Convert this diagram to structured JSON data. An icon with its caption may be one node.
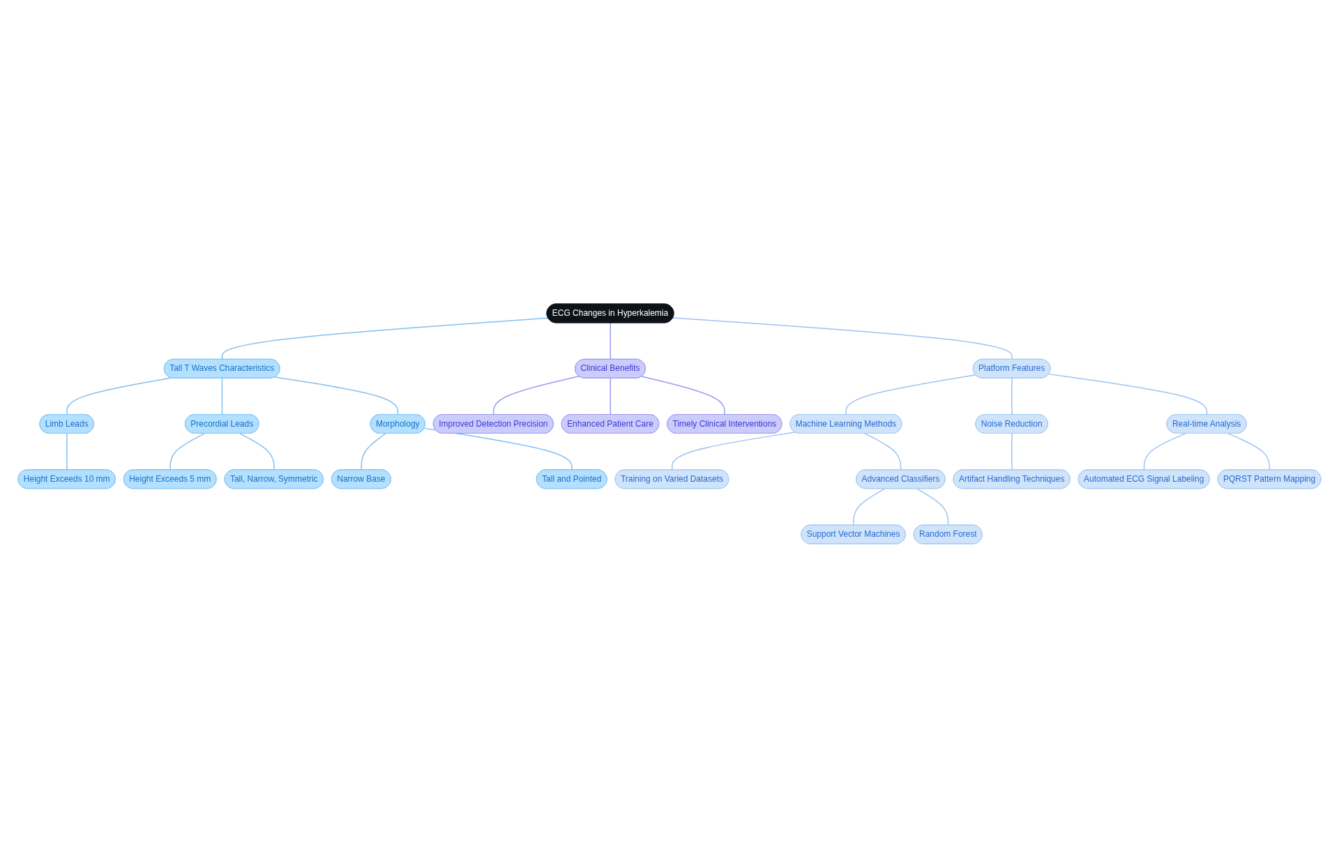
{
  "diagram": {
    "nodes": [
      {
        "text": [
          "ECG Changes in Hyperkalemia"
        ]
      },
      {
        "text": [
          "Tall T Waves Characteristics"
        ]
      },
      {
        "text": [
          "Limb Leads"
        ]
      },
      {
        "text": [
          "Height Exceeds 10 mm"
        ]
      },
      {
        "text": [
          "Precordial Leads"
        ]
      },
      {
        "text": [
          "Height Exceeds 5 mm"
        ]
      },
      {
        "text": [
          "Tall, Narrow, Symmetric"
        ]
      },
      {
        "text": [
          "Morphology"
        ]
      },
      {
        "text": [
          "Narrow Base"
        ]
      },
      {
        "text": [
          "Tall and Pointed"
        ]
      },
      {
        "text": [
          "Clinical Benefits"
        ]
      },
      {
        "text": [
          "Improved Detection Precision"
        ]
      },
      {
        "text": [
          "Enhanced Patient Care"
        ]
      },
      {
        "text": [
          "Timely Clinical Interventions"
        ]
      },
      {
        "text": [
          "Platform Features"
        ]
      },
      {
        "text": [
          "Machine Learning Methods"
        ]
      },
      {
        "text": [
          "Training on Varied Datasets"
        ]
      },
      {
        "text": [
          "Advanced Classifiers"
        ]
      },
      {
        "text": [
          "Support Vector Machines"
        ]
      },
      {
        "text": [
          "Random Forest"
        ]
      },
      {
        "text": [
          "Noise Reduction"
        ]
      },
      {
        "text": [
          "Artifact Handling Techniques"
        ]
      },
      {
        "text": [
          "Real-time Analysis"
        ]
      },
      {
        "text": [
          "Automated ECG Signal Labeling"
        ]
      },
      {
        "text": [
          "PQRST Pattern Mapping"
        ]
      }
    ],
    "edges": [
      {
        "from": 0,
        "to": 1,
        "arrow": "none",
        "color": "#80bff0"
      },
      {
        "from": 1,
        "to": 2,
        "arrow": "none",
        "color": "#80bff0"
      },
      {
        "from": 2,
        "to": 3,
        "arrow": "none",
        "color": "#80bff0"
      },
      {
        "from": 1,
        "to": 4,
        "arrow": "none",
        "color": "#80bff0"
      },
      {
        "from": 4,
        "to": 5,
        "arrow": "none",
        "color": "#80bff0"
      },
      {
        "from": 4,
        "to": 6,
        "arrow": "none",
        "color": "#80bff0"
      },
      {
        "from": 1,
        "to": 7,
        "arrow": "none",
        "color": "#80bff0"
      },
      {
        "from": 7,
        "to": 8,
        "arrow": "none",
        "color": "#80bff0"
      },
      {
        "from": 7,
        "to": 9,
        "arrow": "none",
        "color": "#80bff0"
      },
      {
        "from": 0,
        "to": 10,
        "arrow": "none",
        "color": "#9a9af2"
      },
      {
        "from": 10,
        "to": 11,
        "arrow": "none",
        "color": "#9a9af2"
      },
      {
        "from": 10,
        "to": 12,
        "arrow": "none",
        "color": "#9a9af2"
      },
      {
        "from": 10,
        "to": 13,
        "arrow": "none",
        "color": "#9a9af2"
      },
      {
        "from": 0,
        "to": 14,
        "arrow": "none"
      },
      {
        "from": 14,
        "to": 15,
        "arrow": "none"
      },
      {
        "from": 15,
        "to": 16,
        "arrow": "none"
      },
      {
        "from": 15,
        "to": 17,
        "arrow": "none"
      },
      {
        "from": 17,
        "to": 18,
        "arrow": "none"
      },
      {
        "from": 17,
        "to": 19,
        "arrow": "none"
      },
      {
        "from": 14,
        "to": 20,
        "arrow": "none"
      },
      {
        "from": 20,
        "to": 21,
        "arrow": "none"
      },
      {
        "from": 14,
        "to": 22,
        "arrow": "none"
      },
      {
        "from": 22,
        "to": 23,
        "arrow": "none"
      },
      {
        "from": 22,
        "to": 24,
        "arrow": "none"
      }
    ]
  }
}
